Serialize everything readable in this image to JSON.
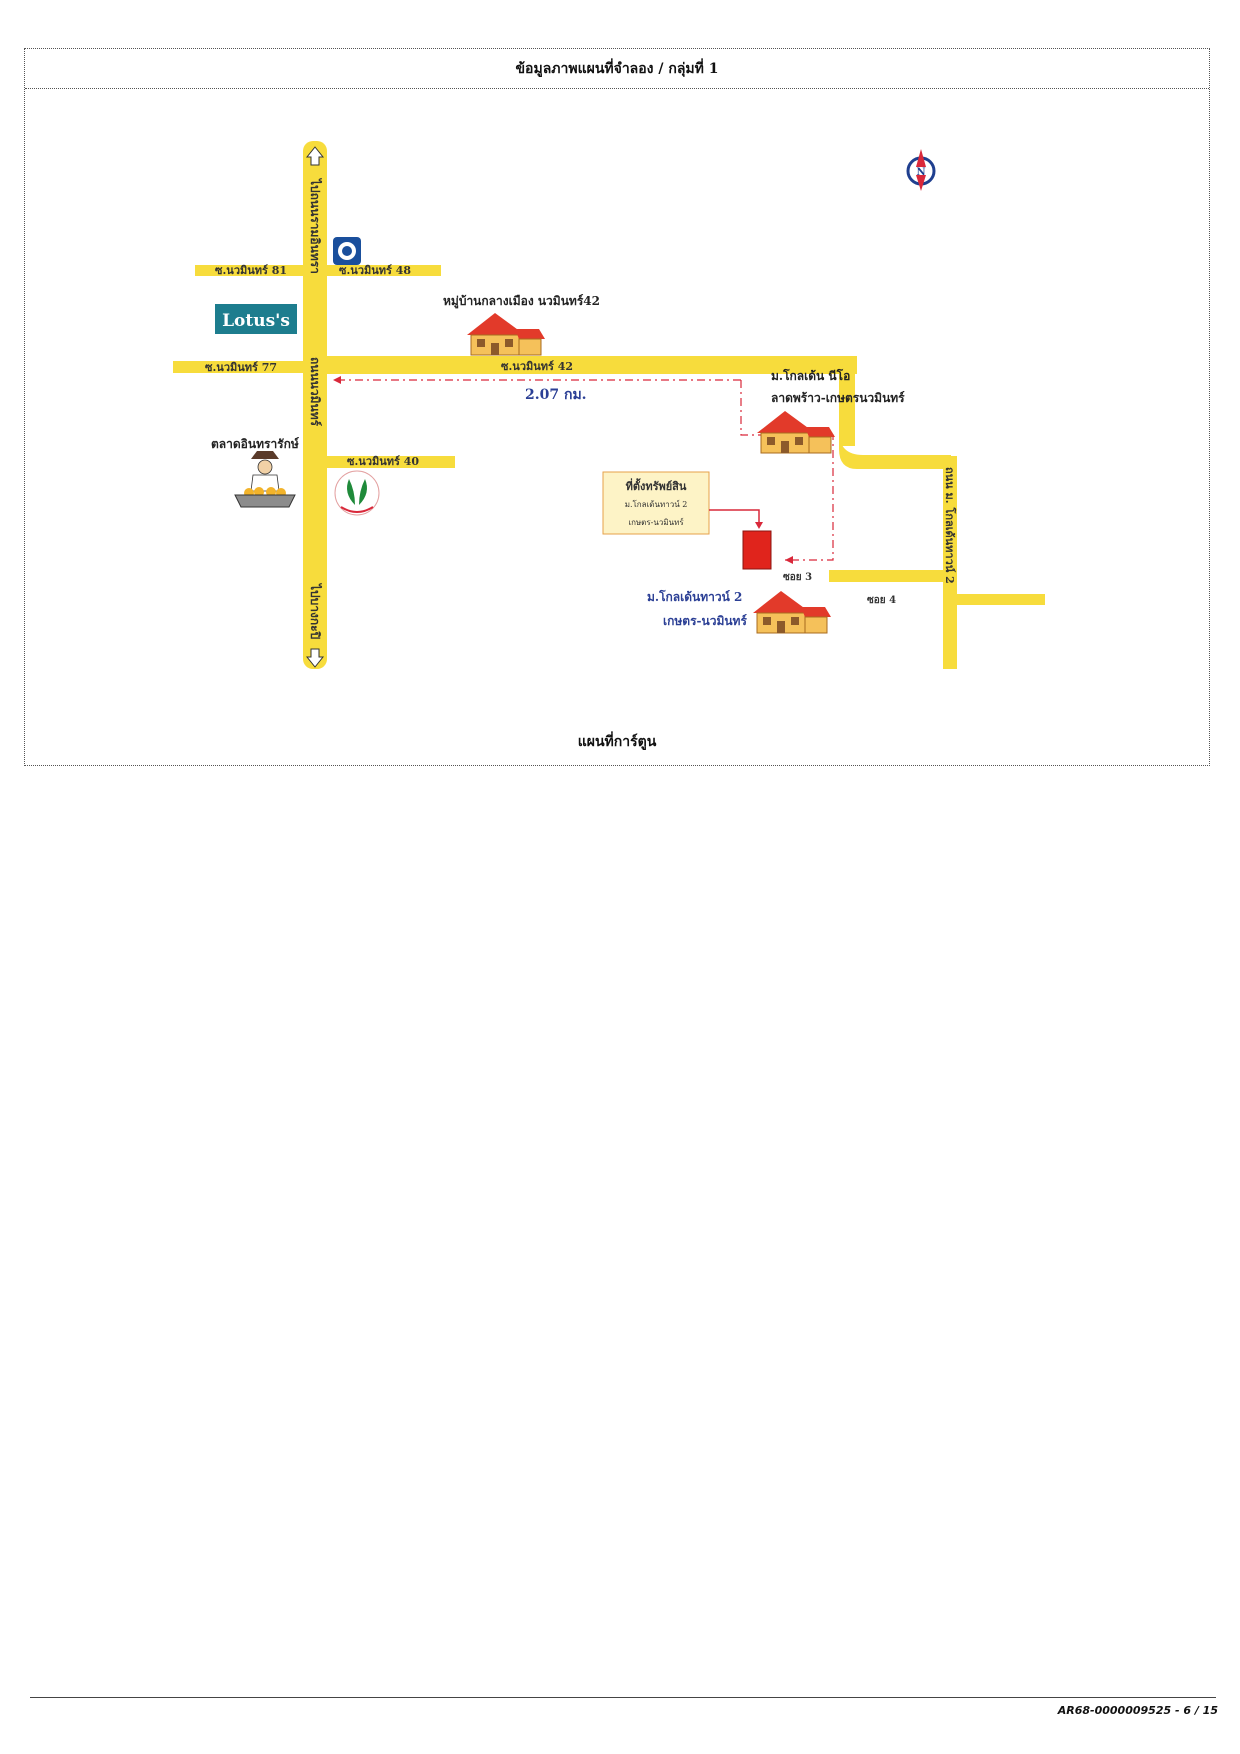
{
  "header": {
    "title": "ข้อมูลภาพแผนที่จำลอง / กลุ่มที่ 1"
  },
  "map": {
    "roads": {
      "to_ram_inthra": "ไปถนนรามอินทรา",
      "nawamin_road": "ถนนนวมินทร์",
      "to_bang_kapi": "ไปบางกะปิ",
      "soi_81": "ซ.นวมินทร์ 81",
      "soi_48": "ซ.นวมินทร์ 48",
      "soi_77": "ซ.นวมินทร์ 77",
      "soi_42": "ซ.นวมินทร์ 42",
      "soi_40": "ซ.นวมินทร์ 40",
      "village_road": "ถนน ม. โกลเด้นทาวน์ 2",
      "soi_3": "ซอย 3",
      "soi_4": "ซอย 4"
    },
    "landmarks": {
      "lotus": "Lotus's",
      "village_42": "หมู่บ้านกลางเมือง นวมินทร์42",
      "golden_neo_line1": "ม.โกลเด้น นีโอ",
      "golden_neo_line2": "ลาดพร้าว-เกษตรนวมินทร์",
      "market": "ตลาดอินทรารักษ์",
      "golden_town_line1": "ม.โกลเด้นทาวน์ 2",
      "golden_town_line2": "เกษตร-นวมินทร์"
    },
    "property_box": {
      "title": "ที่ตั้งทรัพย์สิน",
      "line1": "ม.โกลเด้นทาวน์ 2",
      "line2": "เกษตร-นวมินทร์"
    },
    "distance": "2.07 กม.",
    "compass_letter": "N",
    "colors": {
      "road": "#f7dc3c",
      "route": "#d9283a",
      "label_blue": "#2b3f95",
      "property": "#e0241c",
      "box_fill": "#fdf3c6",
      "box_border": "#e6a24a",
      "lotus_bg": "#1d7d8e"
    },
    "icons": [
      "compass-icon",
      "krungthai-bank-icon",
      "kasikorn-bank-icon",
      "house-icon",
      "market-vendor-icon",
      "arrow-up-icon",
      "arrow-down-icon"
    ]
  },
  "caption": "แผนที่การ์ตูน",
  "footer": {
    "reference": "AR68-0000009525 - 6 / 15"
  }
}
